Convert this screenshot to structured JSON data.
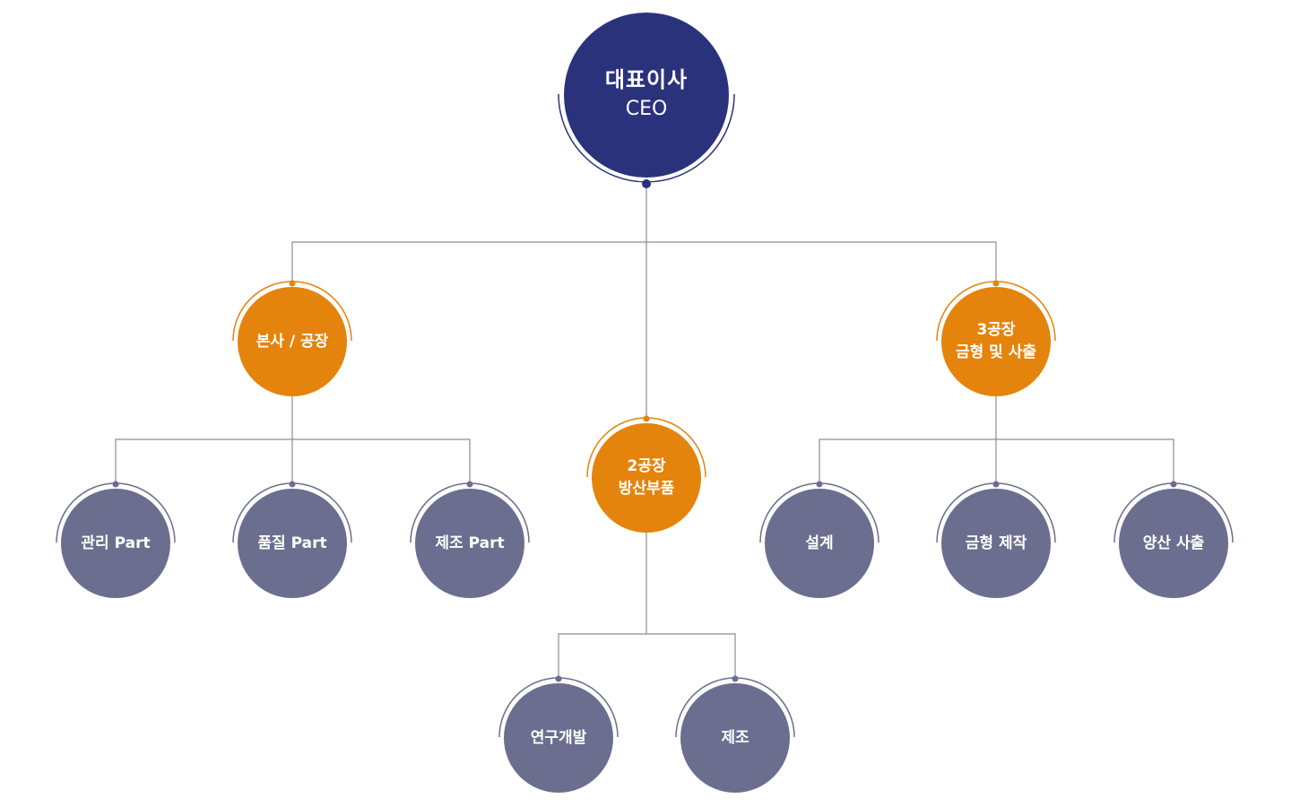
{
  "colors": {
    "ceo": "#2b327c",
    "division": "#e4840c",
    "team": "#6b6e8f",
    "line": "#8a8ca0",
    "arc_ceo": "#2b327c",
    "arc_division": "#e4840c",
    "arc_team": "#6b6e8f"
  },
  "ceo": {
    "title": "대표이사",
    "subtitle": "CEO"
  },
  "divisions": {
    "hq": {
      "line1": "본사 / 공장",
      "line2": ""
    },
    "plant2": {
      "line1": "2공장",
      "line2": "방산부품"
    },
    "plant3": {
      "line1": "3공장",
      "line2": "금형 및 사출"
    }
  },
  "teams": {
    "hq_admin": "관리 Part",
    "hq_quality": "품질 Part",
    "hq_manufacture": "제조 Part",
    "plant2_rnd": "연구개발",
    "plant2_manufacture": "제조",
    "plant3_design": "설계",
    "plant3_mold": "금형 제작",
    "plant3_injection": "양산 사출"
  }
}
